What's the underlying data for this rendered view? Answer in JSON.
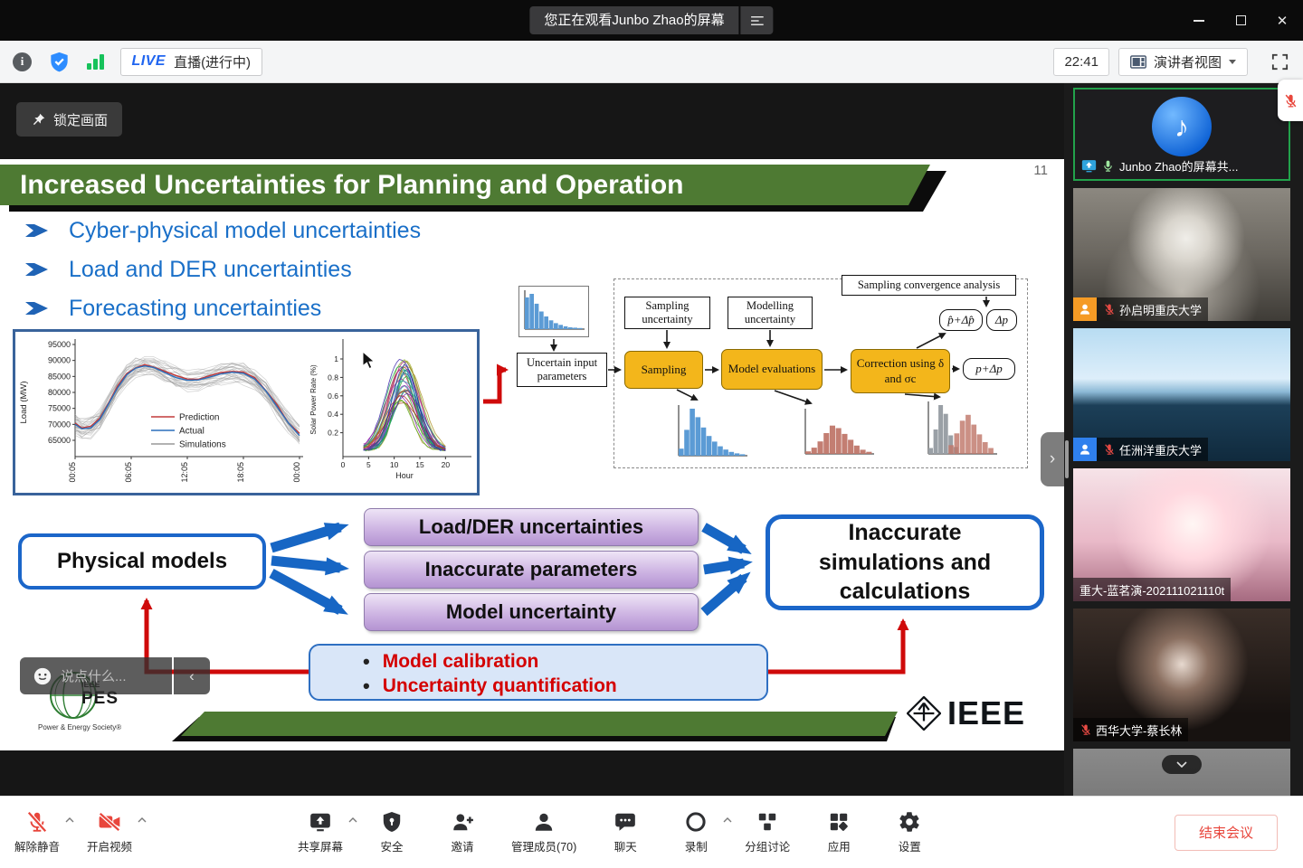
{
  "titlebar": {
    "title": "您正在观看Junbo Zhao的屏幕"
  },
  "statusbar": {
    "live_label": "LIVE",
    "live_text": "直播(进行中)",
    "time": "22:41",
    "view_label": "演讲者视图"
  },
  "stage": {
    "lock_label": "锁定画面",
    "chat_placeholder": "说点什么..."
  },
  "slide": {
    "page_number": "11",
    "title": "Increased Uncertainties for Planning and Operation",
    "bullets": [
      "Cyber-physical model uncertainties",
      "Load and DER uncertainties",
      "Forecasting uncertainties"
    ],
    "load_chart": {
      "ylabel": "Load (MW)",
      "yticks": [
        "95000",
        "90000",
        "85000",
        "80000",
        "75000",
        "70000",
        "65000"
      ],
      "xticks": [
        "00:05",
        "06:05",
        "12:05",
        "18:05",
        "00:00"
      ],
      "legend": [
        "Prediction",
        "Actual",
        "Simulations"
      ]
    },
    "solar_chart": {
      "ylabel": "Solar Power Rate (%)",
      "yticks": [
        "1",
        "0.8",
        "0.6",
        "0.4",
        "0.2"
      ],
      "xlabel": "Hour",
      "xticks": [
        "0",
        "5",
        "10",
        "15",
        "20"
      ]
    },
    "flow": {
      "uncertain_input": "Uncertain input parameters",
      "sampling_uncertainty": "Sampling uncertainty",
      "modelling_uncertainty": "Modelling uncertainty",
      "convergence": "Sampling convergence analysis",
      "sampling": "Sampling",
      "model_evaluations": "Model evaluations",
      "correction": "Correction using δ and σc",
      "p_hat": "p̂+Δp̂",
      "delta_p": "Δp",
      "p_plus": "p+Δp"
    },
    "diagram": {
      "physical_models": "Physical models",
      "load_der": "Load/DER uncertainties",
      "inaccurate_params": "Inaccurate parameters",
      "model_uncertainty": "Model uncertainty",
      "inaccurate_sim": "Inaccurate simulations and calculations",
      "calibration": "Model calibration",
      "quantification": "Uncertainty quantification"
    },
    "logos": {
      "pes_line1": "IEEE",
      "pes_line2": "PES",
      "pes_sub": "Power & Energy Society®",
      "ieee": "IEEE"
    }
  },
  "participants": [
    {
      "name": "Junbo Zhao的屏幕共...",
      "sharing": true,
      "muted": false
    },
    {
      "name": "孙启明重庆大学",
      "muted": true
    },
    {
      "name": "任洲洋重庆大学",
      "muted": true
    },
    {
      "name": "重大-蓝茗演-202111021110t",
      "muted": false
    },
    {
      "name": "西华大学-蔡长林",
      "muted": true
    }
  ],
  "controls": [
    {
      "label": "解除静音"
    },
    {
      "label": "开启视频"
    },
    {
      "label": "共享屏幕"
    },
    {
      "label": "安全"
    },
    {
      "label": "邀请"
    },
    {
      "label": "管理成员(70)"
    },
    {
      "label": "聊天"
    },
    {
      "label": "录制"
    },
    {
      "label": "分组讨论"
    },
    {
      "label": "应用"
    },
    {
      "label": "设置"
    }
  ],
  "end_button": "结束会议"
}
